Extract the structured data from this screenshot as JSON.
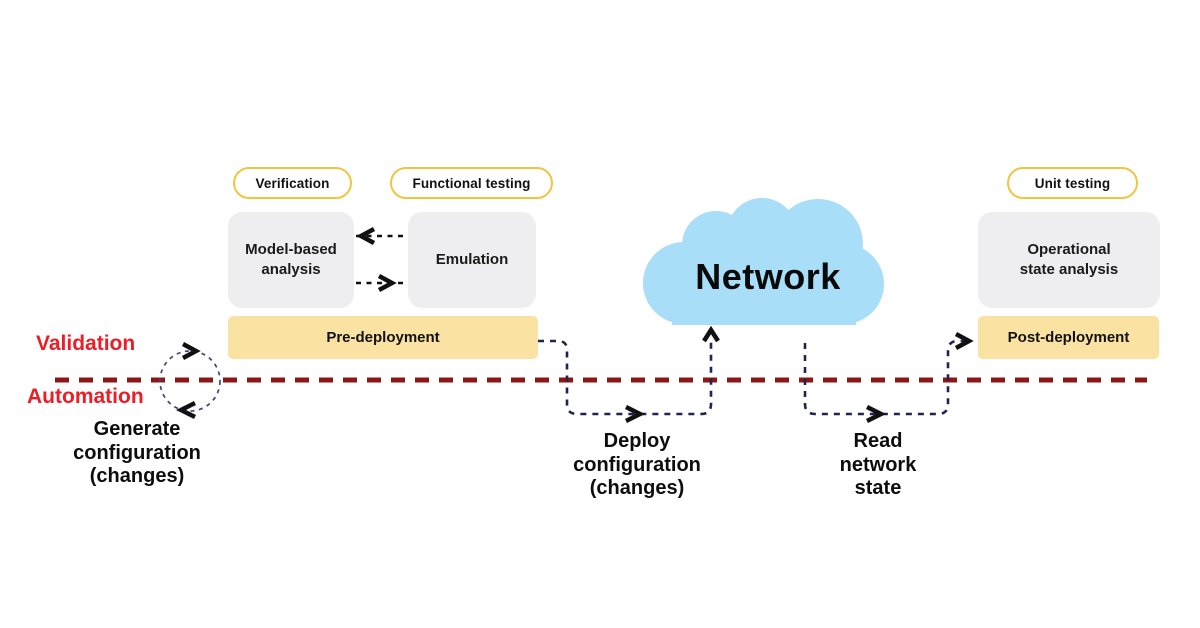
{
  "colors": {
    "cloud_blue": "#A9DEF8",
    "box_gray": "#EEEEF0",
    "bar_yellow": "#FAE3A2",
    "pill_border_gold": "#F3C440",
    "label_red": "#EE1C25",
    "divider_maroon": "#8A1616",
    "flow_navy": "#23234F",
    "loop_navy": "#44447E",
    "ink_black": "#111111"
  },
  "pills": {
    "verification": "Verification",
    "functional_testing": "Functional testing",
    "unit_testing": "Unit testing"
  },
  "boxes": {
    "model_based": "Model-based\nanalysis",
    "emulation": "Emulation",
    "operational": "Operational\nstate analysis"
  },
  "bars": {
    "pre": "Pre-deployment",
    "post": "Post-deployment"
  },
  "cloud": {
    "label": "Network"
  },
  "lanes": {
    "above": "Validation",
    "below": "Automation"
  },
  "flows": {
    "generate": "Generate\nconfiguration\n(changes)",
    "deploy": "Deploy\nconfiguration\n(changes)",
    "read": "Read\nnetwork\nstate"
  }
}
